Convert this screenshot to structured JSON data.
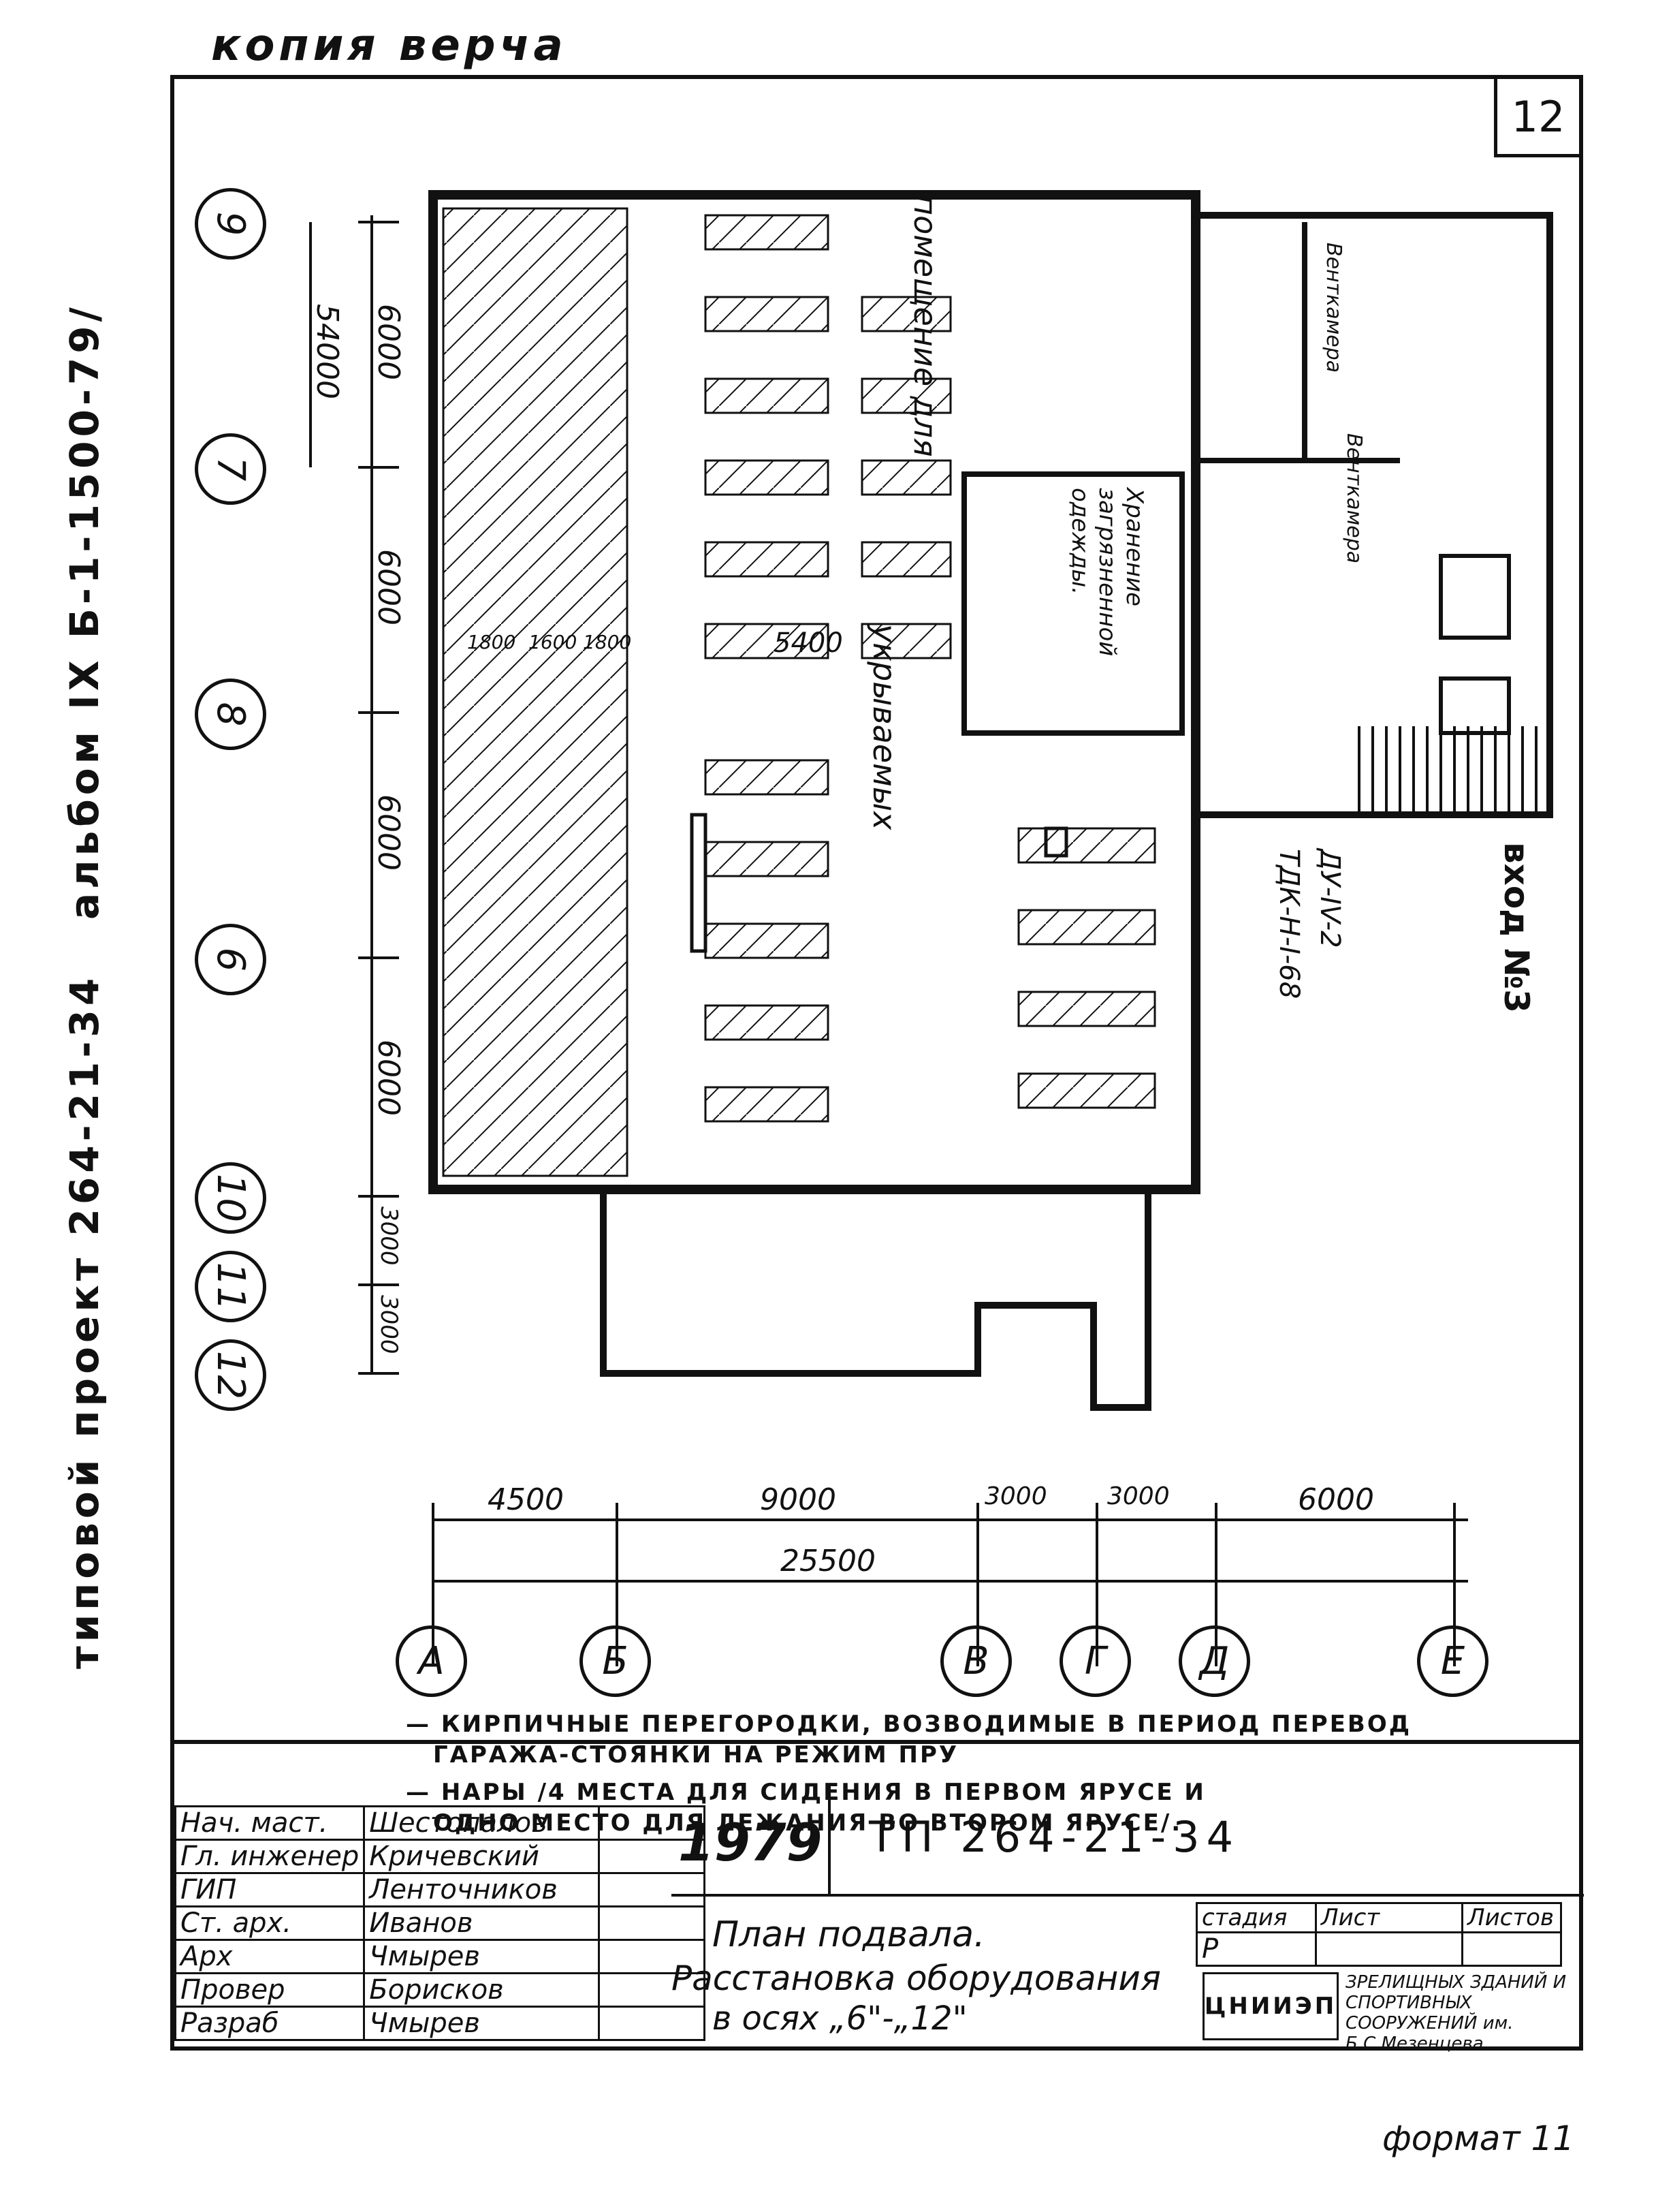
{
  "header": {
    "top_note": "копия верча",
    "sheet_number": "12",
    "left_margin_text": "типовой проект 264-21-34",
    "album_text": "альбом IX Б-1-1500-79/"
  },
  "plan": {
    "room_label_line1": "помещение для",
    "room_label_line2": "укрываемых",
    "storage_label": "Хранение загрязненной одежды.",
    "vent_label_1": "Венткамера",
    "vent_label_2": "Венткамера",
    "entrance_label": "вход №3",
    "device_label_1": "ДУ-IV-2",
    "device_label_2": "ТДК-Н-I-68",
    "inner_dims": [
      "1800",
      "1600",
      "1800",
      "5400"
    ]
  },
  "axes_vertical": [
    {
      "label": "9",
      "dim": "6000"
    },
    {
      "label": "7",
      "dim": "6000"
    },
    {
      "label": "8",
      "dim": "6000"
    },
    {
      "label": "6",
      "dim": "6000"
    },
    {
      "label": "10",
      "dim": "3000"
    },
    {
      "label": "11",
      "dim": "3000"
    },
    {
      "label": "12",
      "dim": ""
    }
  ],
  "vertical_total": "54000",
  "axes_horizontal": [
    "А",
    "Б",
    "В",
    "Г",
    "Д",
    "Е"
  ],
  "dims_horizontal": [
    "4500",
    "9000",
    "3000",
    "3000",
    "6000"
  ],
  "horizontal_total": "25500",
  "legend": {
    "line1": "— КИРПИЧНЫЕ ПЕРЕГОРОДКИ, ВОЗВОДИМЫЕ В ПЕРИОД ПЕРЕВОД",
    "line2": "ГАРАЖА-СТОЯНКИ НА РЕЖИМ ПРУ",
    "line3": "— НАРЫ /4 МЕСТА ДЛЯ СИДЕНИЯ В ПЕРВОМ ЯРУСЕ И",
    "line4": "ОДНО МЕСТО ДЛЯ ЛЕЖАНИЯ ВО ВТОРОМ ЯРУСЕ/."
  },
  "title_block": {
    "roles": [
      "Нач. маст.",
      "Гл. инженер",
      "ГИП",
      "Ст. арх.",
      "Арх",
      "Провер",
      "Разраб"
    ],
    "names": [
      "Шестопалов",
      "Кричевский",
      "Ленточников",
      "Иванов",
      "Чмырев",
      "Борисков",
      "Чмырев"
    ],
    "year": "1979",
    "code": "ТП 264-21-34",
    "title_line1": "План подвала.",
    "title_line2": "Расстановка оборудования",
    "title_line3": "в осях „6\"-„12\"",
    "stage_header": "стадия",
    "sheet_header": "Лист",
    "sheets_header": "Листов",
    "stage_value": "Р",
    "org_text": "ЗРЕЛИЩНЫХ ЗДАНИЙ И СПОРТИВНЫХ СООРУЖЕНИЙ им. Б.С.Мезенцева",
    "org_logo": "ЦНИИЭП"
  },
  "footer": {
    "format": "формат 11"
  }
}
